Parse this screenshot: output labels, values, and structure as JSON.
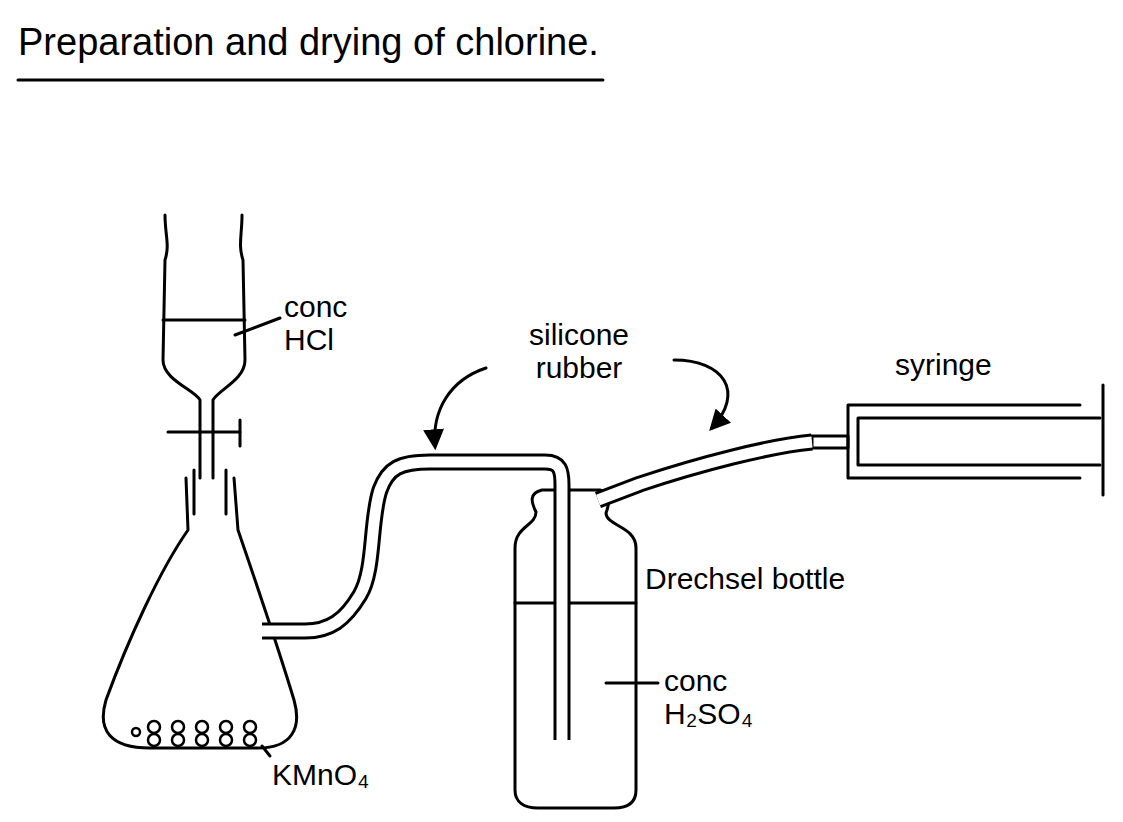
{
  "diagram": {
    "title": "Preparation and drying of chlorine.",
    "labels": [
      "conc HCl",
      "silicone rubber",
      "syringe",
      "Drechsel bottle",
      "conc H₂SO₄",
      "KMnO₄"
    ]
  }
}
